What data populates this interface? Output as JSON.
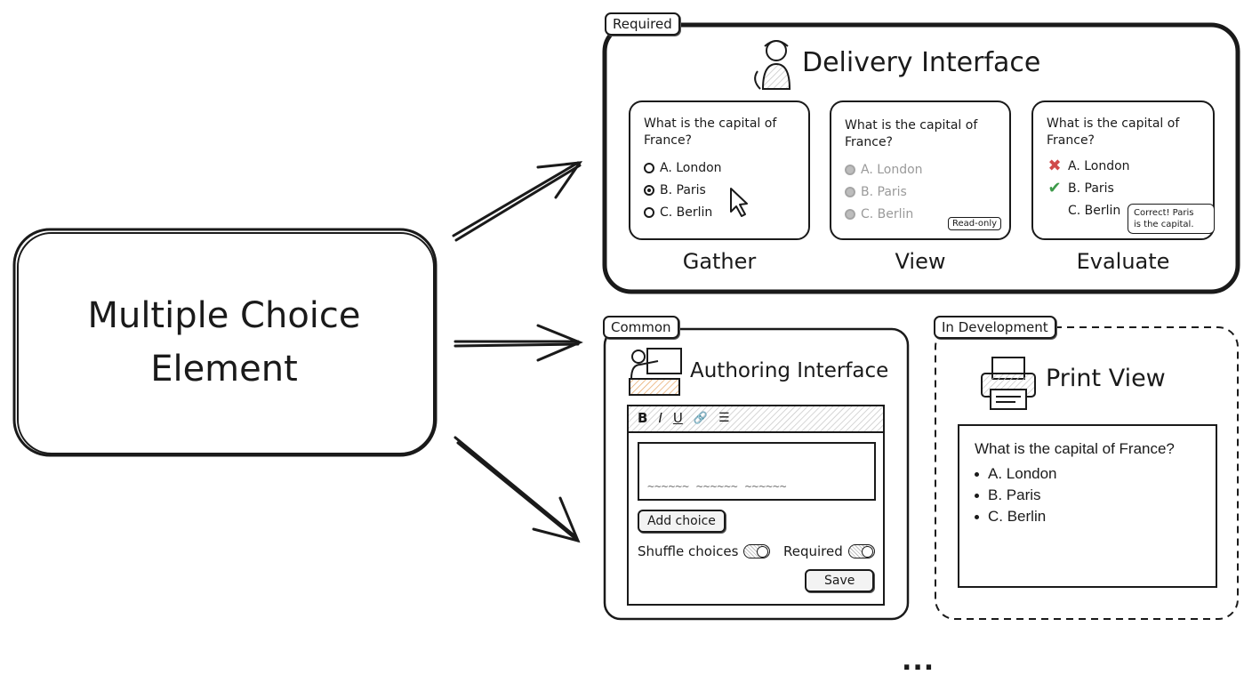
{
  "main_element": {
    "line1": "Multiple Choice",
    "line2": "Element"
  },
  "delivery": {
    "tag": "Required",
    "title": "Delivery Interface",
    "question": "What is the capital of France?",
    "gather": {
      "caption": "Gather",
      "options": [
        "A. London",
        "B. Paris",
        "C. Berlin"
      ],
      "selected_index": 1
    },
    "view": {
      "caption": "View",
      "options": [
        "A. London",
        "B. Paris",
        "C. Berlin"
      ],
      "badge": "Read-only"
    },
    "evaluate": {
      "caption": "Evaluate",
      "options": [
        "A. London",
        "B. Paris",
        "C. Berlin"
      ],
      "feedback_line1": "Correct! Paris",
      "feedback_line2": "is the capital."
    }
  },
  "authoring": {
    "tag": "Common",
    "title": "Authoring Interface",
    "toolbar": {
      "bold": "B",
      "italic": "I",
      "underline": "U",
      "link": "🔗",
      "list": "☰"
    },
    "placeholder_line1": "~~~~~~ ~~~~~~ ~~~~~~",
    "placeholder_line2": "~~~~~~ ~~~~",
    "add_choice": "Add choice",
    "shuffle_label": "Shuffle choices",
    "required_label": "Required",
    "save": "Save"
  },
  "print": {
    "tag": "In Development",
    "title": "Print View",
    "question": "What is the capital of France?",
    "options": [
      "A. London",
      "B. Paris",
      "C. Berlin"
    ]
  },
  "more": "..."
}
